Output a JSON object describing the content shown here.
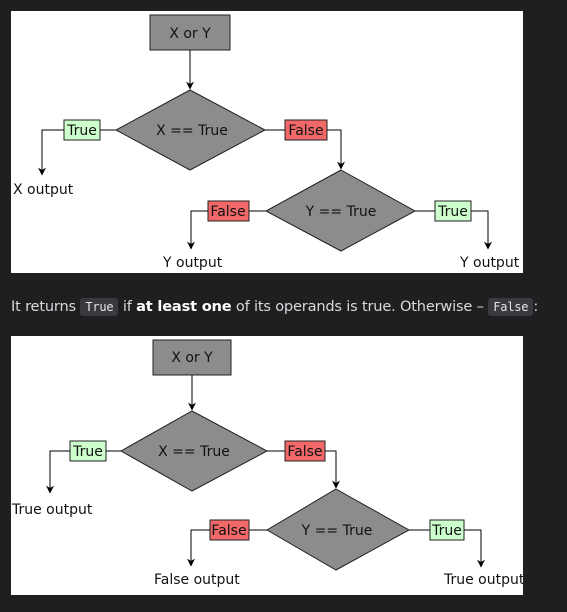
{
  "diagram1": {
    "top": "X or Y",
    "decision1": "X == True",
    "decision1_true": "True",
    "decision1_false": "False",
    "decision1_true_output": "X output",
    "decision2": "Y == True",
    "decision2_true": "True",
    "decision2_false": "False",
    "decision2_false_output": "Y output",
    "decision2_true_output": "Y output"
  },
  "caption": {
    "before": "It returns ",
    "code_true": "True",
    "middle": " if ",
    "bold": "at least one",
    "after": " of its operands is true. Otherwise – ",
    "code_false": "False",
    "end": ":"
  },
  "diagram2": {
    "top": "X or Y",
    "decision1": "X == True",
    "decision1_true": "True",
    "decision1_false": "False",
    "decision1_true_output": "True output",
    "decision2": "Y == True",
    "decision2_true": "True",
    "decision2_false": "False",
    "decision2_false_output": "False output",
    "decision2_true_output": "True output"
  },
  "colors": {
    "node_fill": "#8c8c8c",
    "true_fill": "#ccffcc",
    "false_fill": "#f06868"
  }
}
